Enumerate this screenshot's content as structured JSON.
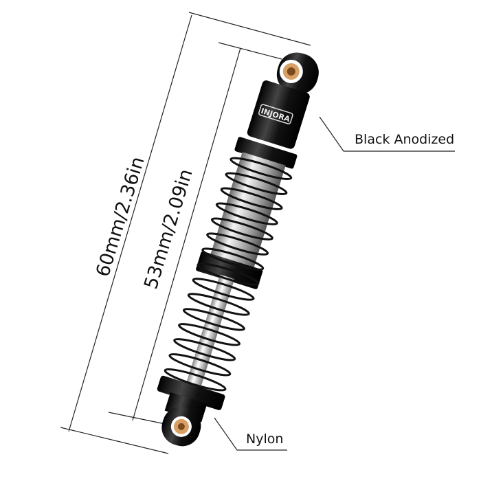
{
  "product": {
    "brand_logo": "INJORA",
    "overall_length": "60mm/2.36in",
    "body_length": "53mm/2.09in",
    "callouts": [
      "Black Anodized",
      "Nylon"
    ]
  },
  "colors": {
    "anodized": "#111111",
    "chrome": "#c8c8c8",
    "bushing": "#d9a066"
  }
}
